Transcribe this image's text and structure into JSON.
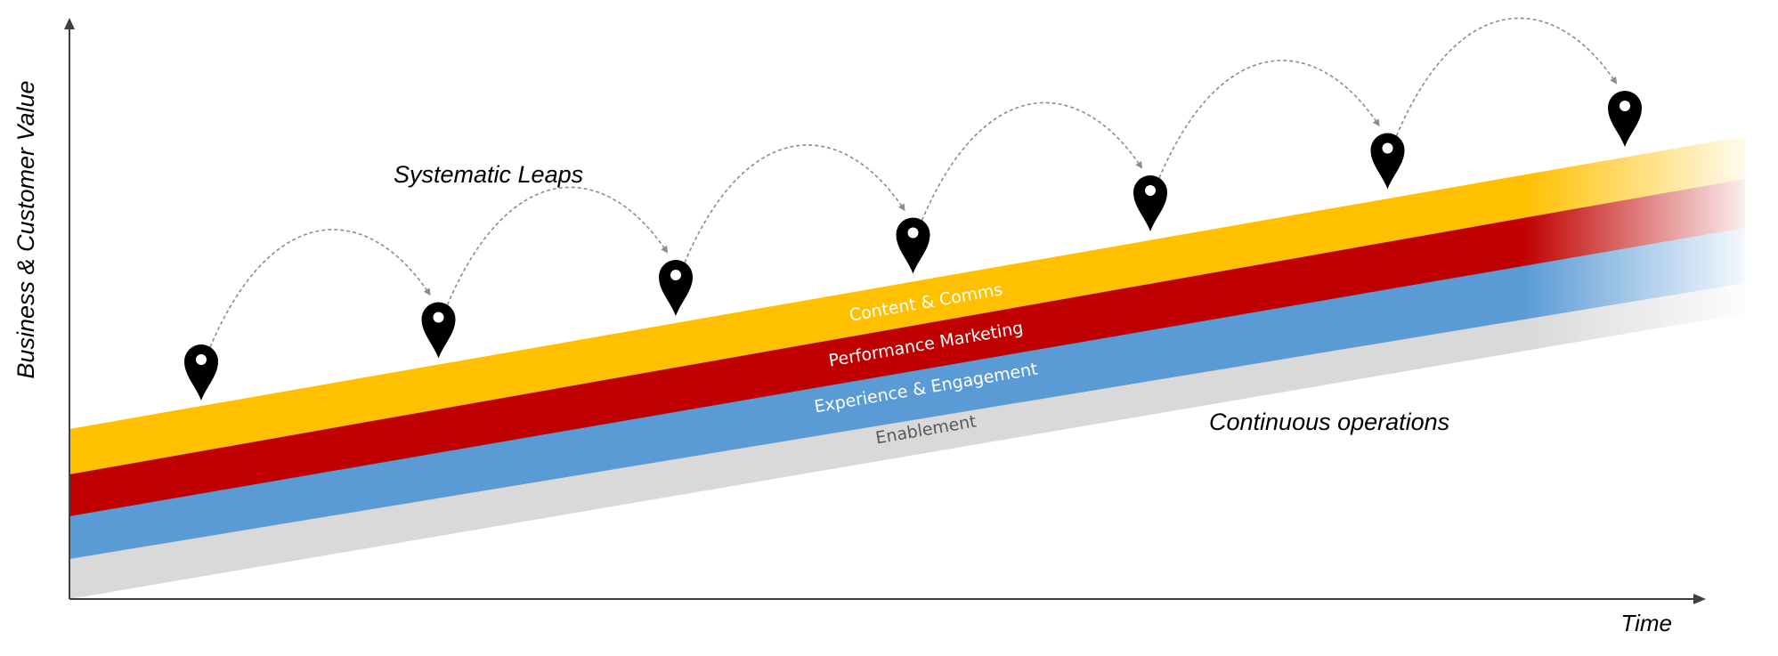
{
  "axes": {
    "y_label": "Business & Customer Value",
    "x_label": "Time"
  },
  "annotations": {
    "leaps_label": "Systematic Leaps",
    "operations_label": "Continuous operations"
  },
  "bands": [
    {
      "id": "content",
      "label": "Content & Comms",
      "color": "#FFC000",
      "text_color": "#ffffff"
    },
    {
      "id": "performance",
      "label": "Performance Marketing",
      "color": "#C00000",
      "text_color": "#ffffff"
    },
    {
      "id": "experience",
      "label": "Experience & Engagement",
      "color": "#5B9BD5",
      "text_color": "#ffffff"
    },
    {
      "id": "enablement",
      "label": "Enablement",
      "color": "#D9D9D9",
      "text_color": "#595959"
    }
  ],
  "milestones": {
    "count": 7,
    "pin_color": "#000000",
    "connector_color": "#8c8c8c"
  },
  "colors": {
    "axis": "#404040"
  }
}
